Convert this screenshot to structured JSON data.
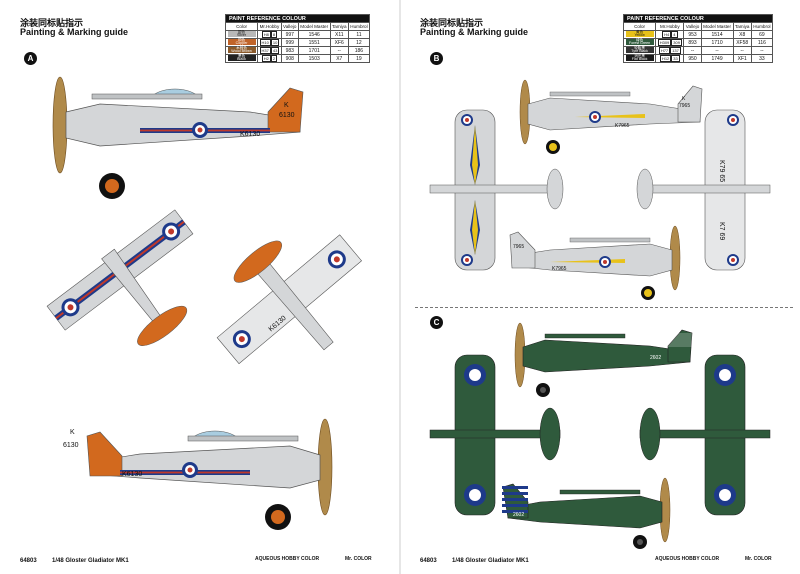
{
  "left": {
    "title_cn": "涂装同标贴指示",
    "title_en": "Painting & Marking guide",
    "section": "A",
    "table_title": "PAINT REFERENCE COLOUR",
    "columns": [
      "Color",
      "Mr.Hobby",
      "Vallejo",
      "Model Master",
      "Tamiya",
      "Humbrol"
    ],
    "rows": [
      {
        "cn": "银色",
        "name": "Silver",
        "swatch": "#b8b8b8",
        "hobby": "H8",
        "mrhobby": "8",
        "vallejo": "997",
        "master": "1546",
        "tamiya": "X11",
        "humbrol": "11"
      },
      {
        "cn": "铜色",
        "name": "Copper",
        "swatch": "#c0642a",
        "hobby": "H10",
        "mrhobby": "10",
        "vallejo": "999",
        "master": "1551",
        "tamiya": "XF6",
        "humbrol": "12"
      },
      {
        "cn": "木棕色",
        "name": "Wood Brown",
        "swatch": "#8a5a2b",
        "hobby": "H37",
        "mrhobby": "43",
        "vallejo": "983",
        "master": "1701",
        "tamiya": "--",
        "humbrol": "186"
      },
      {
        "cn": "黑色",
        "name": "Black",
        "swatch": "#222222",
        "hobby": "H2",
        "mrhobby": "2",
        "vallejo": "908",
        "master": "1503",
        "tamiya": "X7",
        "humbrol": "19"
      }
    ],
    "footer_code": "64803",
    "footer_title": "1/48 Gloster Gladiator MK1",
    "legend_aqueous": "AQUEOUS HOBBY COLOR",
    "legend_mr": "Mr. COLOR"
  },
  "right": {
    "title_cn": "涂装同标贴指示",
    "title_en": "Painting & Marking guide",
    "section_b": "B",
    "section_c": "C",
    "table_title": "PAINT REFERENCE COLOUR",
    "columns": [
      "Color",
      "Mr.Hobby",
      "Vallejo",
      "Model Master",
      "Tamiya",
      "Humbrol"
    ],
    "rows": [
      {
        "cn": "黄色",
        "name": "Yellow",
        "swatch": "#e8c21a",
        "hobby": "H4",
        "mrhobby": "4",
        "vallejo": "953",
        "master": "1514",
        "tamiya": "X8",
        "humbrol": "69"
      },
      {
        "cn": "绿色",
        "name": "Forest Green",
        "swatch": "#2f5a3c",
        "hobby": "H309",
        "mrhobby": "309",
        "vallejo": "893",
        "master": "1710",
        "tamiya": "XF58",
        "humbrol": "116"
      },
      {
        "cn": "轮胎黑",
        "name": "Tyre Black",
        "swatch": "#333333",
        "hobby": "H77",
        "mrhobby": "137",
        "vallejo": "--",
        "master": "--",
        "tamiya": "--",
        "humbrol": "--"
      },
      {
        "cn": "消光黑",
        "name": "Flat Black",
        "swatch": "#1a1a1a",
        "hobby": "H12",
        "mrhobby": "33",
        "vallejo": "950",
        "master": "1749",
        "tamiya": "XF1",
        "humbrol": "33"
      }
    ],
    "footer_code": "64803",
    "footer_title": "1/48 Gloster Gladiator MK1",
    "legend_aqueous": "AQUEOUS HOBBY COLOR",
    "legend_mr": "Mr. COLOR"
  },
  "markings": {
    "serial_a_side": "K6130",
    "serial_a_k": "K",
    "serial_a_num": "6130",
    "serial_b": "K7965",
    "serial_b_k": "K",
    "serial_b_num": "7965",
    "wing_b_1": "K79 65",
    "wing_b_2": "K7 69",
    "serial_c": "2602"
  },
  "colors": {
    "silver": "#d4d6d8",
    "orange": "#d2691e",
    "blue": "#1e3a8a",
    "red": "#c0392b",
    "green": "#2f5a3c",
    "yellow": "#e8c21a",
    "prop": "#b08a4a"
  }
}
